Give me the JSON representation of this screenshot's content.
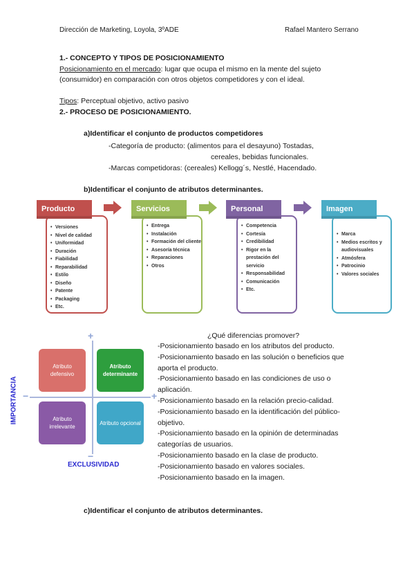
{
  "header": {
    "left": "Dirección de Marketing, Loyola, 3ºADE",
    "right": "Rafael Mantero Serrano"
  },
  "section1": {
    "title": "1.- CONCEPTO Y TIPOS DE POSICIONAMIENTO",
    "term": "Posicionamiento en el mercado",
    "def_line1": ": lugar que ocupa el mismo en la mente del sujeto",
    "def_line2": "(consumidor) en comparación con otros objetos competidores y con el ideal.",
    "tipos_term": "Tipos",
    "tipos_text": ": Perceptual objetivo, activo pasivo"
  },
  "section2": {
    "title": "2.- PROCESO DE POSICIONAMIENTO.",
    "a_title": "a)Identificar el conjunto de productos competidores",
    "a_line1": "-Categoría de producto: (alimentos para el desayuno) Tostadas,",
    "a_line2": "cereales, bebidas funcionales.",
    "a_line3": "-Marcas competidoras: (cereales) Kellogg´s, Nestlé, Hacendado.",
    "b_title": "b)Identificar el conjunto de atributos determinantes.",
    "c_title": "c)Identificar el conjunto de atributos determinantes."
  },
  "categories": [
    {
      "title": "Producto",
      "color": "#c0504d",
      "items": [
        "Versiones",
        "Nivel de calidad",
        "Uniformidad",
        "Duración",
        "Fiabilidad",
        "Reparabilidad",
        "Estilo",
        "Diseño",
        "Patente",
        "Packaging",
        "Etc."
      ]
    },
    {
      "title": "Servicios",
      "color": "#9bbb59",
      "items": [
        "Entrega",
        "Instalación",
        "Formación del cliente",
        "Asesoría técnica",
        "Reparaciones",
        "Otros"
      ]
    },
    {
      "title": "Personal",
      "color": "#8064a2",
      "items": [
        "Competencia",
        "Cortesía",
        "Credibilidad",
        "Rigor en la prestación del servicio",
        "Responsabilidad",
        "Comunicación",
        "Etc."
      ]
    },
    {
      "title": "Imagen",
      "color": "#4bacc6",
      "items": [
        "Marca",
        "Medios escritos y audiovisuales",
        "Atmósfera",
        "Patrocinio",
        "Valores sociales"
      ]
    }
  ],
  "matrix": {
    "plus_top": "+",
    "minus_bottom": "−",
    "minus_left": "−",
    "plus_right": "+",
    "y_label": "IMPORTANCIA",
    "x_label": "EXCLUSIVIDAD",
    "q_tl": "Atributo defensivo",
    "q_tr": "Atributo determinante",
    "q_bl": "Atributo irrelevante",
    "q_br": "Atributo opcional"
  },
  "differences": {
    "title": "¿Qué diferencias promover?",
    "lines": [
      "-Posicionamiento basado en los atributos del producto.",
      "-Posicionamiento basado en las solución o beneficios que",
      "aporta el producto.",
      "-Posicionamiento basado en las condiciones de uso o",
      "aplicación.",
      "-Posicionamiento basado en la relación precio-calidad.",
      "-Posicionamiento basado en la identificación del público-",
      "objetivo.",
      "-Posicionamiento basado en la opinión de determinadas",
      "categorías de usuarios.",
      "-Posicionamiento basado en la clase de producto.",
      "-Posicionamiento basado en valores sociales.",
      "-Posicionamiento basado en la imagen."
    ]
  },
  "colors": {
    "red": "#c0504d",
    "green": "#9bbb59",
    "purple": "#8064a2",
    "cyan": "#4bacc6",
    "axis": "#2b2bd0"
  }
}
